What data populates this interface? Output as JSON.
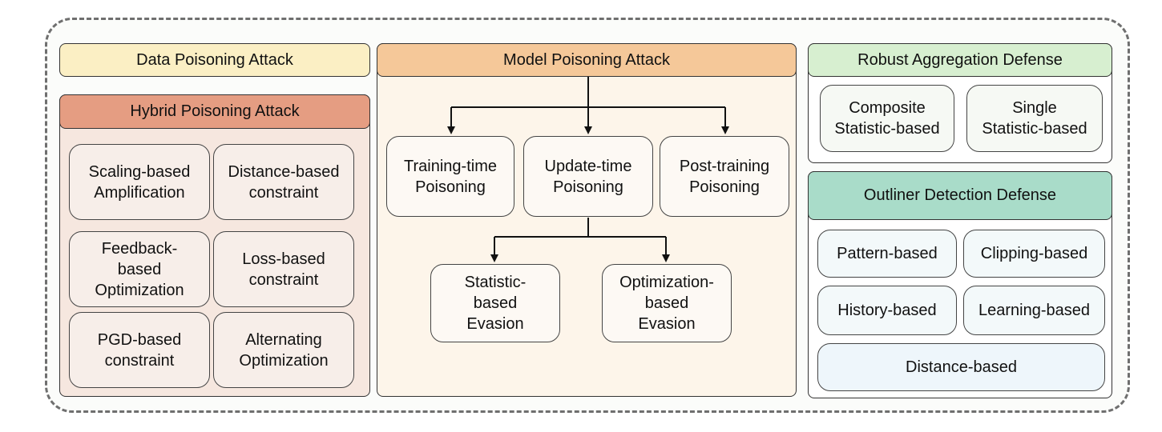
{
  "data_poisoning": {
    "title": "Data Poisoning Attack"
  },
  "hybrid": {
    "title": "Hybrid Poisoning Attack",
    "items": [
      "Scaling-based\nAmplification",
      "Distance-based\nconstraint",
      "Feedback-\nbased\nOptimization",
      "Loss-based\nconstraint",
      "PGD-based\nconstraint",
      "Alternating\nOptimization"
    ]
  },
  "model": {
    "title": "Model Poisoning Attack",
    "stages": [
      "Training-time\nPoisoning",
      "Update-time\nPoisoning",
      "Post-training\nPoisoning"
    ],
    "evasions": [
      "Statistic-\nbased\nEvasion",
      "Optimization-\nbased\nEvasion"
    ]
  },
  "robust": {
    "title": "Robust Aggregation Defense",
    "items": [
      "Composite\nStatistic-based",
      "Single\nStatistic-based"
    ]
  },
  "outlier": {
    "title": "Outliner Detection Defense",
    "items": [
      "Pattern-based",
      "Clipping-based",
      "History-based",
      "Learning-based",
      "Distance-based"
    ]
  },
  "colors": {
    "data_header": "#fbefc4",
    "hybrid_header": "#e59d82",
    "hybrid_body": "#f6e7df",
    "model_header": "#f5c899",
    "model_body": "#fdf5ea",
    "robust_header": "#d7efd0",
    "outlier_header": "#a9dcc9"
  }
}
